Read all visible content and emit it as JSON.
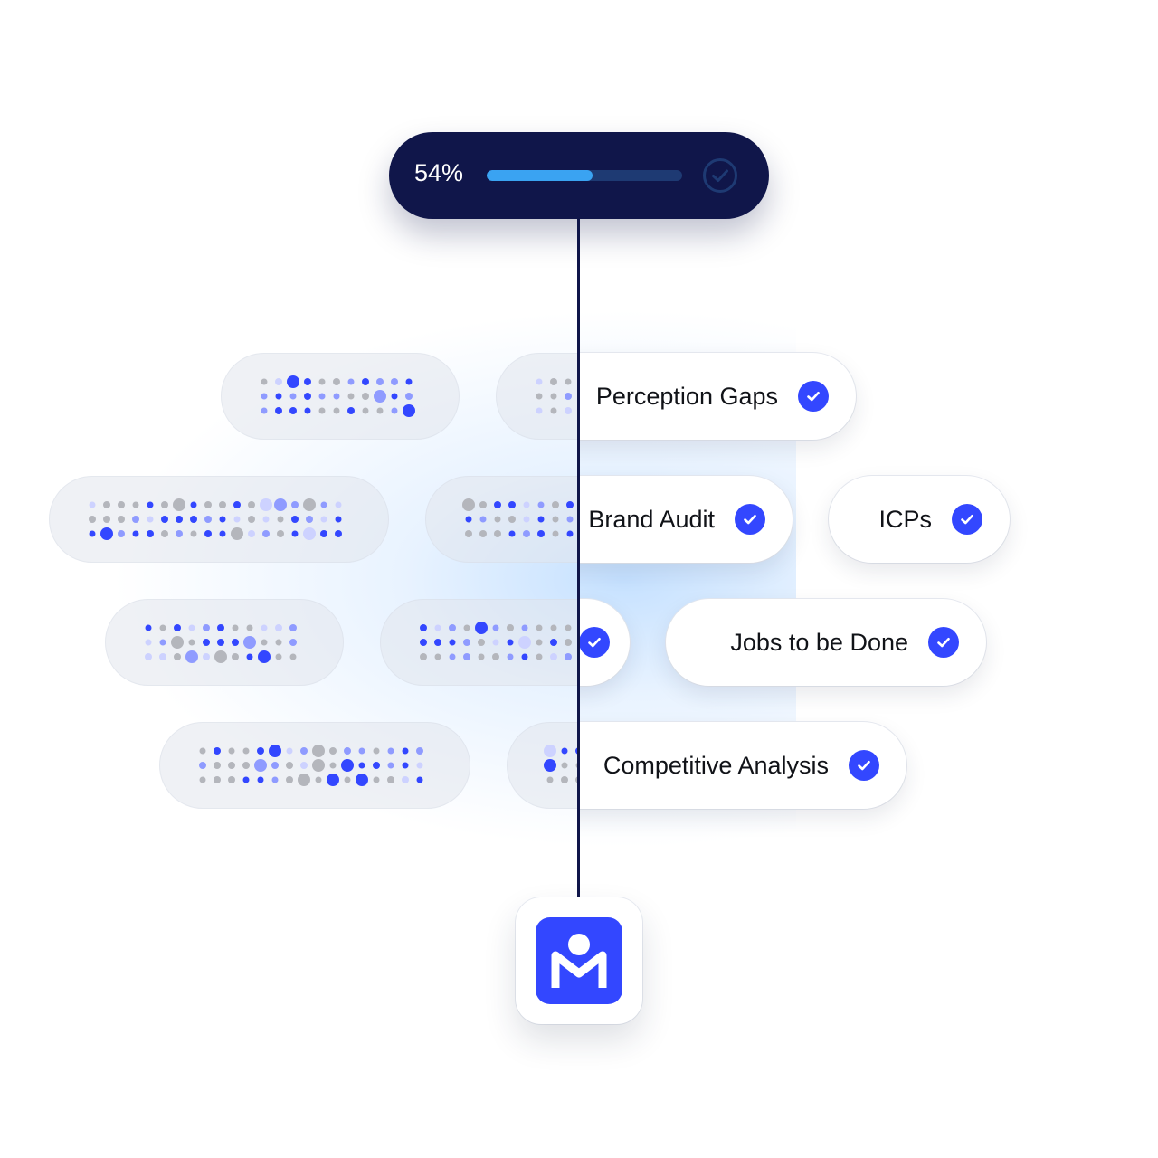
{
  "progress": {
    "percent_label": "54%",
    "fraction": 0.54
  },
  "tags": [
    {
      "label": "Perception Gaps",
      "checked": true
    },
    {
      "label": "Brand Audit",
      "checked": true
    },
    {
      "label": "ICPs",
      "checked": true
    },
    {
      "label": "Jobs to be Done",
      "checked": true
    },
    {
      "label": "Competitive Analysis",
      "checked": true
    }
  ],
  "icons": {
    "progress_done": "check-circle-outline-icon",
    "tag_check": "check-circle-filled-icon",
    "logo": "brand-logo-icon"
  },
  "colors": {
    "navy": "#10164a",
    "accent_blue": "#3347ff",
    "progress_fill": "#3aa3f2",
    "dot_gray": "#b4b6bc",
    "dot_blue": "#3347ff",
    "dot_light": "#8f9bff"
  }
}
